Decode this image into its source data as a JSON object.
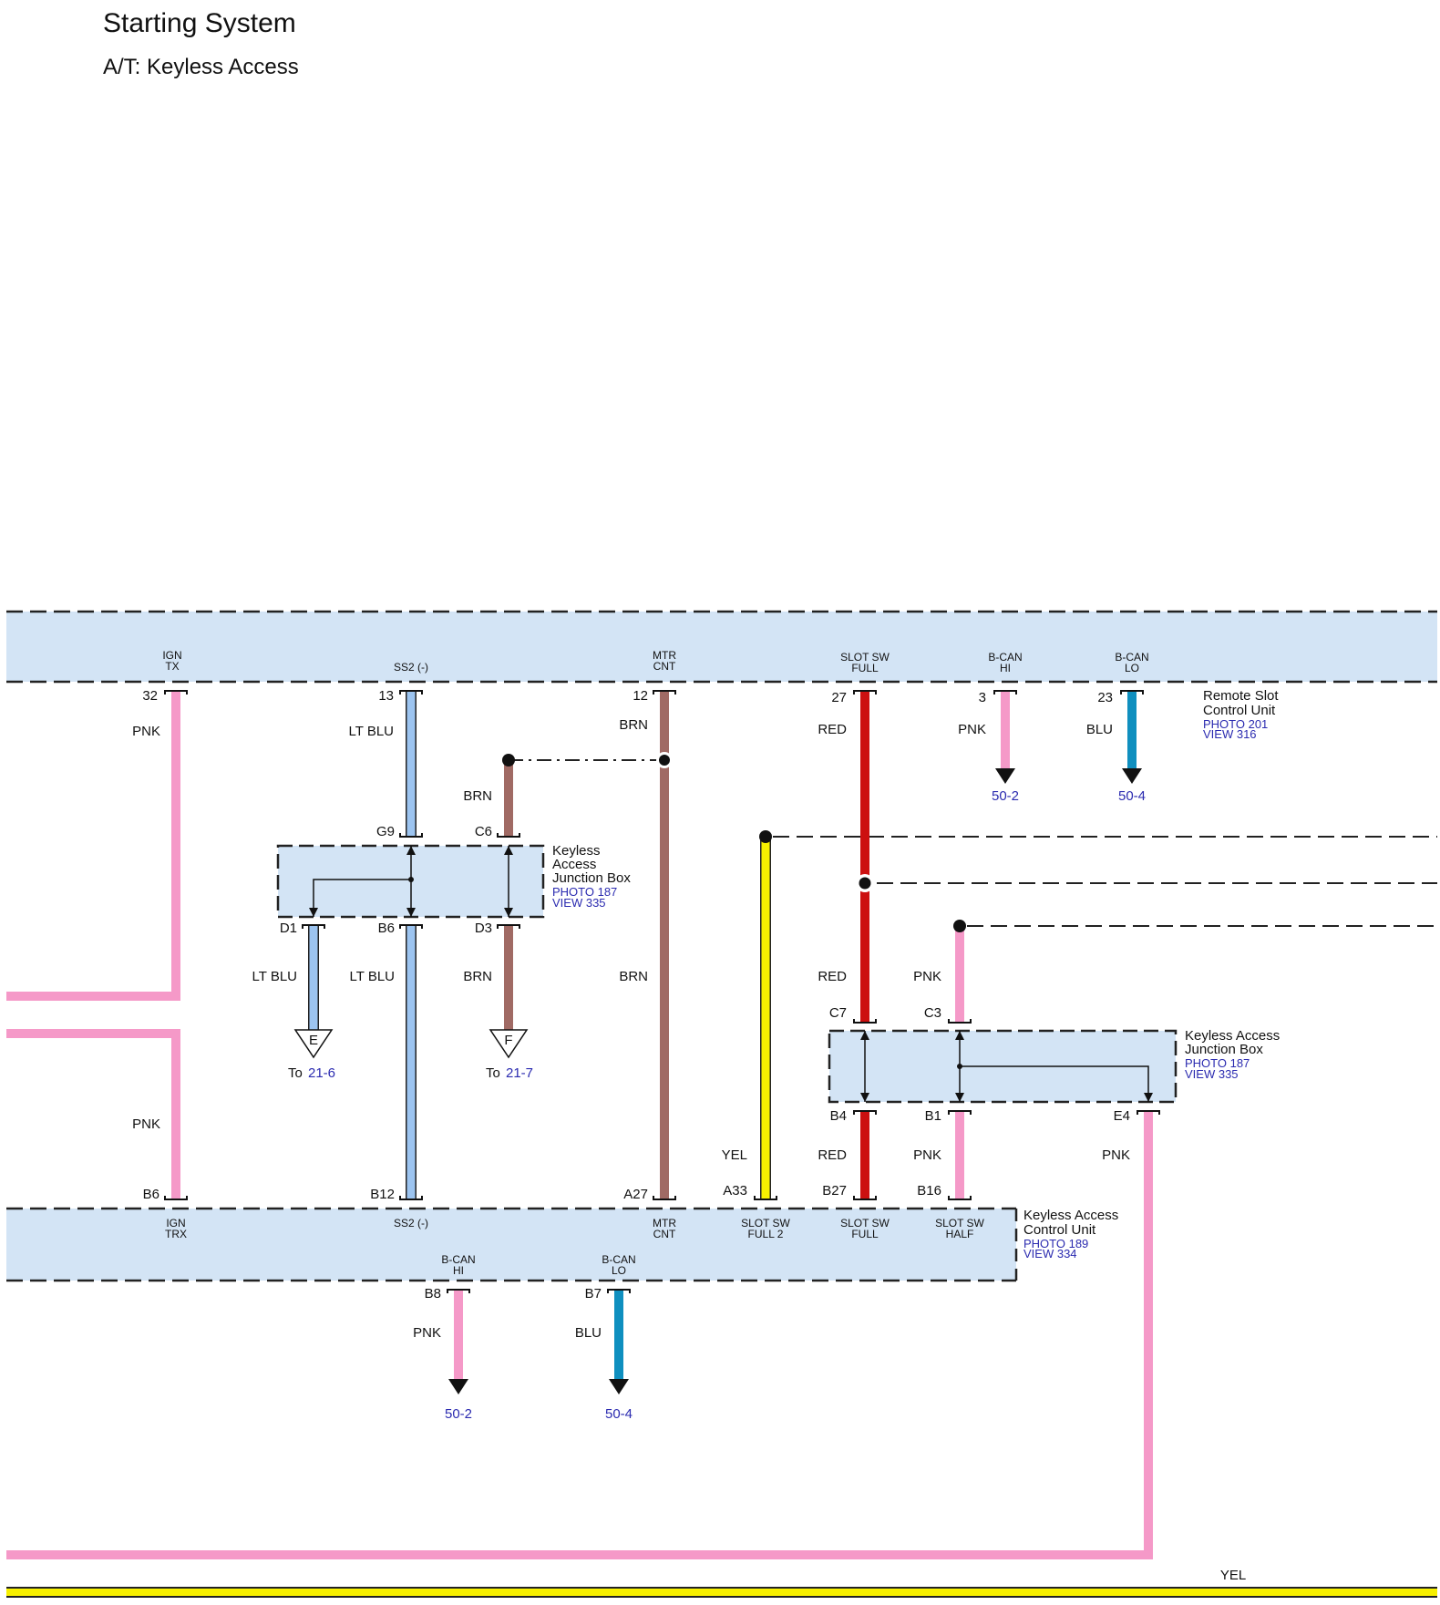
{
  "page": {
    "title": "Starting System",
    "subtitle": "A/T: Keyless Access"
  },
  "colors": {
    "pnk": "#f599c8",
    "lt_blu": "#9cc4f0",
    "brn": "#a06a64",
    "red": "#cc1010",
    "blu": "#0f8fbf",
    "yel": "#f7f000",
    "component_fill": "#d3e4f5"
  },
  "remote_slot": {
    "name_line1": "Remote Slot",
    "name_line2": "Control Unit",
    "photo": "PHOTO 201",
    "view": "VIEW 316",
    "pins": {
      "ign_tx": {
        "l1": "IGN",
        "l2": "TX",
        "num": "32",
        "wire": "PNK"
      },
      "ss2": {
        "l1": "SS2 (-)",
        "num": "13",
        "wire": "LT BLU"
      },
      "mtr_cnt": {
        "l1": "MTR",
        "l2": "CNT",
        "num": "12",
        "wire": "BRN"
      },
      "slot_sw_full": {
        "l1": "SLOT SW",
        "l2": "FULL",
        "num": "27",
        "wire": "RED"
      },
      "bcan_hi": {
        "l1": "B-CAN",
        "l2": "HI",
        "num": "3",
        "wire": "PNK",
        "ref": "50-2"
      },
      "bcan_lo": {
        "l1": "B-CAN",
        "l2": "LO",
        "num": "23",
        "wire": "BLU",
        "ref": "50-4"
      }
    }
  },
  "jb_left": {
    "name_line1": "Keyless",
    "name_line2": "Access",
    "name_line3": "Junction Box",
    "photo": "PHOTO 187",
    "view": "VIEW 335",
    "pins": {
      "g9": "G9",
      "c6": "C6",
      "d1": "D1",
      "b6": "B6",
      "d3": "D3"
    },
    "wires": {
      "brn_upper": "BRN",
      "d1": "LT BLU",
      "b6": "LT BLU",
      "d3": "BRN"
    },
    "grounds": {
      "e": {
        "letter": "E",
        "to": "To",
        "ref": "21-6"
      },
      "f": {
        "letter": "F",
        "to": "To",
        "ref": "21-7"
      }
    }
  },
  "mtr_brn_lower": "BRN",
  "jb_right": {
    "name_line1": "Keyless Access",
    "name_line2": "Junction Box",
    "photo": "PHOTO 187",
    "view": "VIEW 335",
    "pins": {
      "c7": "C7",
      "c3": "C3",
      "b4": "B4",
      "b1": "B1",
      "e4": "E4"
    },
    "wires": {
      "red_upper": "RED",
      "pnk_upper": "PNK",
      "red_lower": "RED",
      "pnk_lower": "PNK",
      "e4": "PNK"
    }
  },
  "left_pnk_lower": "PNK",
  "yel_wire": "YEL",
  "kacu": {
    "name_line1": "Keyless Access",
    "name_line2": "Control Unit",
    "photo": "PHOTO 189",
    "view": "VIEW 334",
    "pins": {
      "ign_trx": {
        "l1": "IGN",
        "l2": "TRX",
        "num": "B6"
      },
      "ss2": {
        "l1": "SS2 (-)",
        "num": "B12"
      },
      "mtr_cnt": {
        "l1": "MTR",
        "l2": "CNT",
        "num": "A27"
      },
      "slot_sw_full2": {
        "l1": "SLOT SW",
        "l2": "FULL 2",
        "num": "A33"
      },
      "slot_sw_full": {
        "l1": "SLOT SW",
        "l2": "FULL",
        "num": "B27"
      },
      "slot_sw_half": {
        "l1": "SLOT SW",
        "l2": "HALF",
        "num": "B16"
      },
      "bcan_hi": {
        "l1": "B-CAN",
        "l2": "HI",
        "num": "B8",
        "wire": "PNK",
        "ref": "50-2"
      },
      "bcan_lo": {
        "l1": "B-CAN",
        "l2": "LO",
        "num": "B7",
        "wire": "BLU",
        "ref": "50-4"
      }
    }
  },
  "bottom_yel": "YEL"
}
